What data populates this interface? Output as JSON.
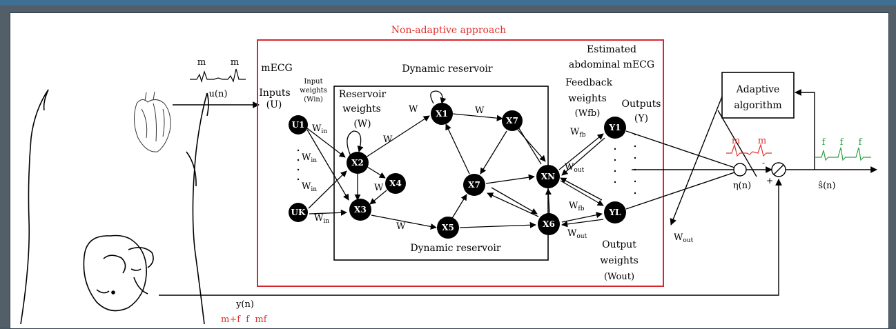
{
  "colors": {
    "frame_top": "#3f6f93",
    "frame": "#525e68",
    "red_box": "#d8262e",
    "red_label": "#e0322f",
    "green_signal": "#2f9e44",
    "node_fill": "#000000"
  },
  "title": "Non-adaptive approach",
  "mecg_signal": {
    "peak_1": "m",
    "peak_2": "m",
    "label": "u(n)"
  },
  "mecg_label": "mECG",
  "inputs": {
    "line1": "Inputs",
    "line2": "(U)"
  },
  "input_weights": {
    "line1": "Input",
    "line2": "weights",
    "line3": "(Win)"
  },
  "reservoir_weights": {
    "line1": "Reservoir",
    "line2": "weights",
    "line3": "(W)"
  },
  "reservoir_title_top": "Dynamic reservoir",
  "reservoir_title_bottom": "Dynamic reservoir",
  "estimated": {
    "line1": "Estimated",
    "line2": "abdominal mECG"
  },
  "feedback": {
    "line1": "Feedback",
    "line2": "weights",
    "line3": "(Wfb)"
  },
  "outputs": {
    "line1": "Outputs",
    "line2": "(Y)"
  },
  "output_weights": {
    "line1": "Output",
    "line2": "weights",
    "line3": "(Wout)"
  },
  "adaptive": {
    "line1": "Adaptive",
    "line2": "algorithm"
  },
  "nodes": {
    "u1": "U1",
    "uk": "UK",
    "x1": "X1",
    "x2": "X2",
    "x3": "X3",
    "x4": "X4",
    "x5": "X5",
    "x6": "X6",
    "x7a": "X7",
    "x7b": "X7",
    "xn": "XN",
    "y1": "Y1",
    "yl": "YL"
  },
  "edge_labels": {
    "win": "W",
    "win_sub": "in",
    "w": "W",
    "wfb": "W",
    "wfb_sub": "fb",
    "wout": "W",
    "wout_sub": "out"
  },
  "signals": {
    "eta_label": "η(n)",
    "eta_peak_1": "m",
    "eta_peak_2": "m",
    "s_label": "ŝ(n)",
    "s_peak_1": "f",
    "s_peak_2": "f",
    "s_peak_3": "f",
    "y_label": "y(n)",
    "y_signal": "m+f  f  mf",
    "plus": "+",
    "minus": "-"
  }
}
